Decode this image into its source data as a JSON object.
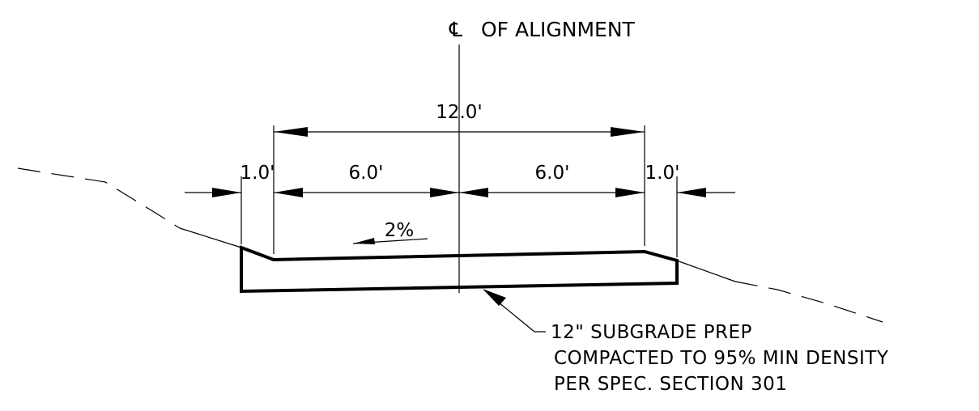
{
  "centerline": {
    "symbol": "℄",
    "label": "OF ALIGNMENT"
  },
  "dimensions": {
    "overall": "12.0'",
    "left_shoulder": "1.0'",
    "left_lane": "6.0'",
    "right_lane": "6.0'",
    "right_shoulder": "1.0'"
  },
  "slope": {
    "label": "2%"
  },
  "note": {
    "line1": "12\" SUBGRADE PREP",
    "line2": "COMPACTED TO 95% MIN DENSITY",
    "line3": "PER SPEC. SECTION 301"
  }
}
